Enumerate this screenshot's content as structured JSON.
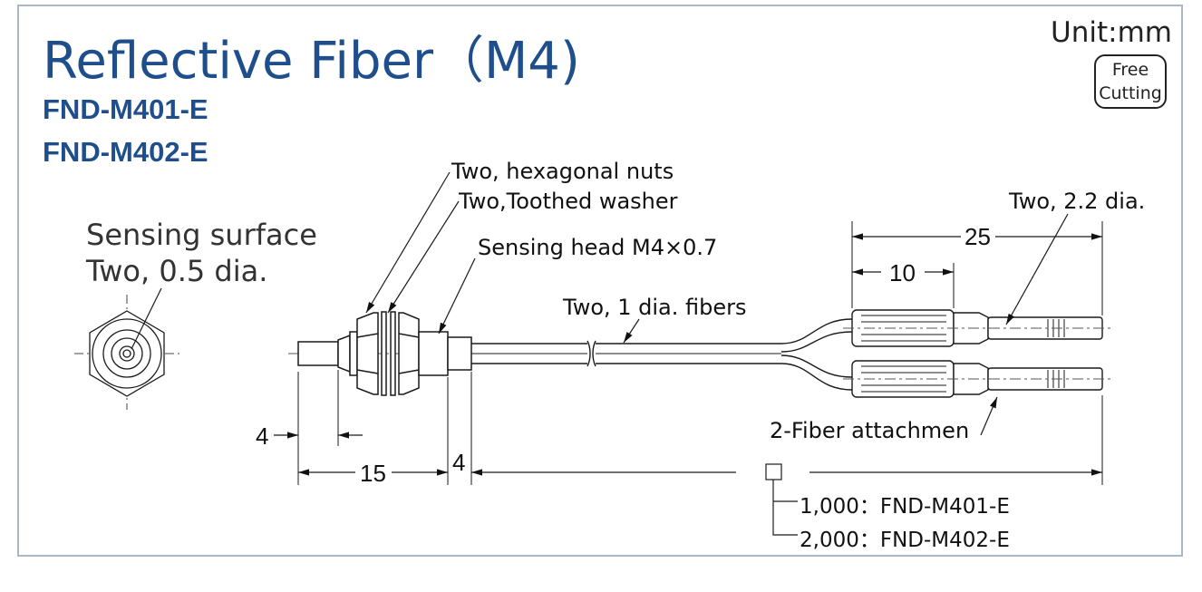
{
  "title": "Reflective Fiber（M4)",
  "models": [
    "FND-M401-E",
    "FND-M402-E"
  ],
  "unit": "Unit:mm",
  "badge": {
    "line1": "Free",
    "line2": "Cutting"
  },
  "callouts": {
    "hex_nuts": "Two, hexagonal nuts",
    "washer": "Two,Toothed washer",
    "sensing_head": "Sensing head M4×0.7",
    "fibers": "Two, 1 dia. fibers",
    "attachment_dia": "Two, 2.2 dia.",
    "fiber_attachment": "2-Fiber attachmen",
    "sensing_surface_1": "Sensing surface",
    "sensing_surface_2": "Two, 0.5 dia."
  },
  "dimensions": {
    "d25": "25",
    "d10": "10",
    "d4_tip": "4",
    "d15": "15",
    "d4_head": "4"
  },
  "length_table": [
    {
      "length": "1,000",
      "model": "FND-M401-E"
    },
    {
      "length": "2,000",
      "model": "FND-M402-E"
    }
  ],
  "colors": {
    "title": "#1f4e8c",
    "frame": "#a9b7c6",
    "line": "#1a1a1a"
  }
}
